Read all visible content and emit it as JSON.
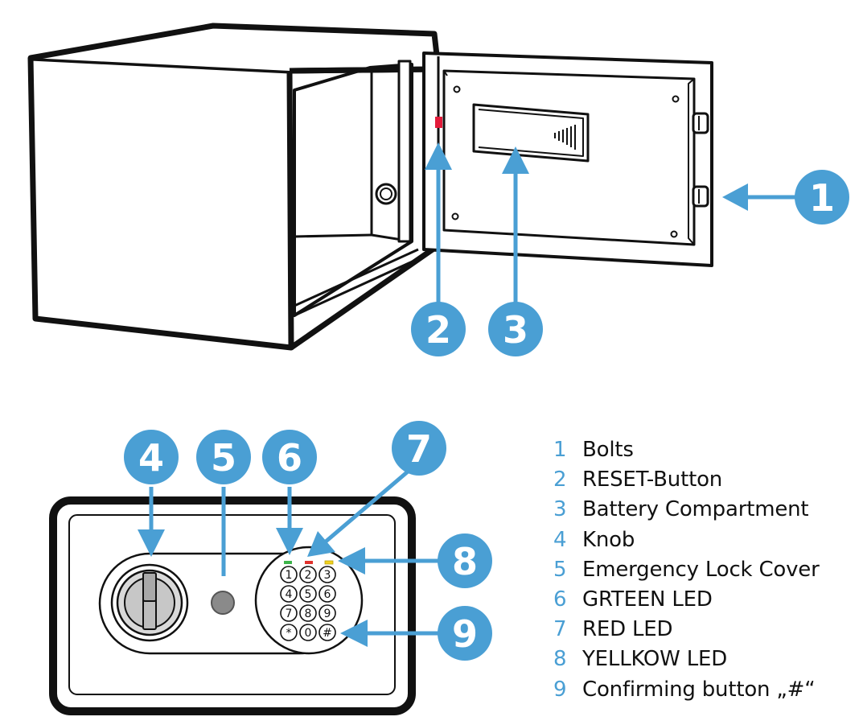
{
  "colors": {
    "callout_blue": "#4a9fd4",
    "outline": "#111111",
    "led_green": "#3cb44a",
    "led_red": "#e0312c",
    "led_yellow": "#f2d21e",
    "reset_red": "#e31b3a"
  },
  "callouts": [
    "1",
    "2",
    "3",
    "4",
    "5",
    "6",
    "7",
    "8",
    "9"
  ],
  "keypad": {
    "keys": [
      "1",
      "2",
      "3",
      "4",
      "5",
      "6",
      "7",
      "8",
      "9",
      "*",
      "0",
      "#"
    ]
  },
  "legend": {
    "items": [
      {
        "num": "1",
        "text": "Bolts"
      },
      {
        "num": "2",
        "text": "RESET-Button"
      },
      {
        "num": "3",
        "text": "Battery Compartment"
      },
      {
        "num": "4",
        "text": "Knob"
      },
      {
        "num": "5",
        "text": "Emergency Lock Cover"
      },
      {
        "num": "6",
        "text": "GRTEEN LED"
      },
      {
        "num": "7",
        "text": "RED LED"
      },
      {
        "num": "8",
        "text": "YELLKOW LED"
      },
      {
        "num": "9",
        "text": "Confirming button „#“"
      }
    ]
  }
}
